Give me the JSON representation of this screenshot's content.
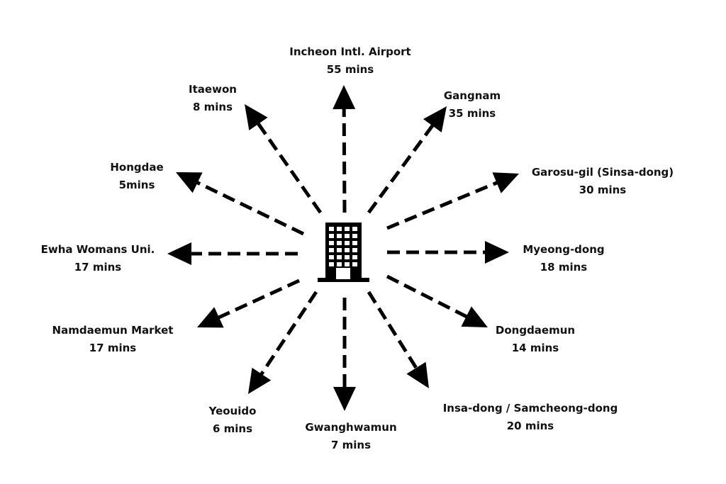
{
  "hub": {
    "icon": "office-building-icon",
    "color": "#000000"
  },
  "destinations": [
    {
      "id": "incheon",
      "name": "Incheon Intl. Airport",
      "time": "55 mins"
    },
    {
      "id": "gangnam",
      "name": "Gangnam",
      "time": "35 mins"
    },
    {
      "id": "garosu-gil",
      "name": "Garosu-gil (Sinsa-dong)",
      "time": "30 mins"
    },
    {
      "id": "myeong-dong",
      "name": "Myeong-dong",
      "time": "18 mins"
    },
    {
      "id": "dongdaemun",
      "name": "Dongdaemun",
      "time": "14 mins"
    },
    {
      "id": "insa-dong",
      "name": "Insa-dong / Samcheong-dong",
      "time": "20 mins"
    },
    {
      "id": "gwanghwamun",
      "name": "Gwanghwamun",
      "time": "7 mins"
    },
    {
      "id": "yeouido",
      "name": "Yeouido",
      "time": "6 mins"
    },
    {
      "id": "namdaemun",
      "name": "Namdaemun Market",
      "time": "17 mins"
    },
    {
      "id": "ewha",
      "name": "Ewha Womans Uni.",
      "time": "17 mins"
    },
    {
      "id": "hongdae",
      "name": "Hongdae",
      "time": "5mins"
    },
    {
      "id": "itaewon",
      "name": "Itaewon",
      "time": "8 mins"
    }
  ]
}
